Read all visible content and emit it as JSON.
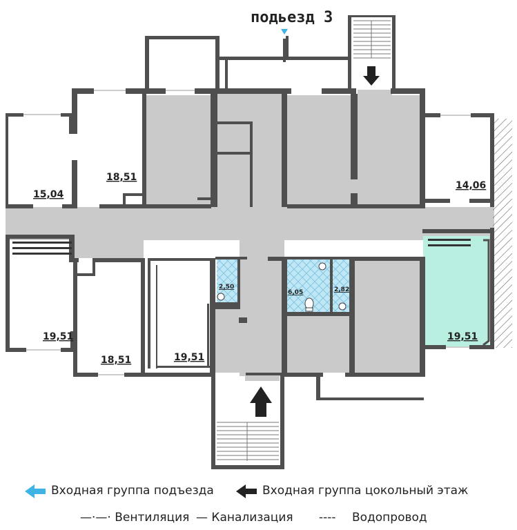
{
  "header": {
    "entrance_label": "подьезд 3"
  },
  "rooms": [
    {
      "id": "r1",
      "area": "15,04"
    },
    {
      "id": "r2",
      "area": "18,51"
    },
    {
      "id": "r3",
      "area": "14,06"
    },
    {
      "id": "r4",
      "area": "19,51"
    },
    {
      "id": "r5",
      "area": "18,51"
    },
    {
      "id": "r6",
      "area": "19,51"
    },
    {
      "id": "r7",
      "area": "2,50"
    },
    {
      "id": "r8",
      "area": "6,05"
    },
    {
      "id": "r9",
      "area": "2,82"
    },
    {
      "id": "r10",
      "area": "19,51"
    }
  ],
  "legend": {
    "entrance_group": "Входная группа подъезда",
    "basement_entrance": "Входная группа цокольный этаж",
    "ventilation": "Вентиляция",
    "sewerage": "Канализация",
    "water": "Водопровод",
    "ventilation_symbol": "—·—·",
    "sewerage_symbol": "—",
    "water_symbol": "----"
  },
  "colors": {
    "wall": "#4f4f4f",
    "common_area": "#cacaca",
    "highlight_room": "#b8efe1",
    "bathroom": "#bfe6f5",
    "entrance_arrow": "#3fb3e3",
    "basement_arrow": "#222222"
  },
  "icons": [
    "entrance-arrow-icon",
    "basement-arrow-icon",
    "toilet-icon",
    "sink-icon",
    "stair-icon"
  ]
}
